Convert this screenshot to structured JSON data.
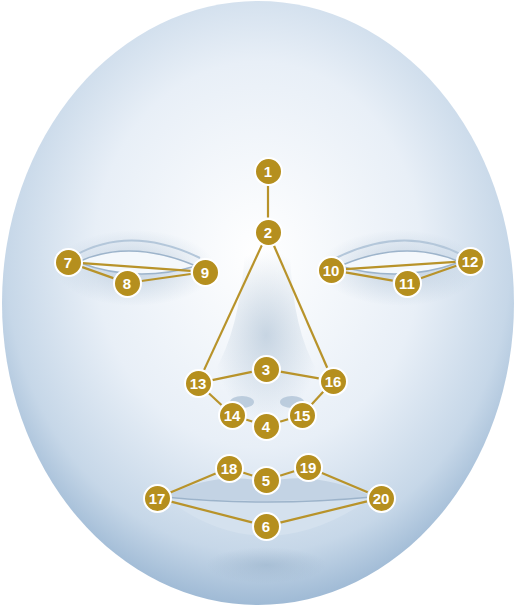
{
  "diagram": {
    "nodes": [
      {
        "text": [
          "1"
        ]
      },
      {
        "text": [
          "2"
        ]
      },
      {
        "text": [
          "3"
        ]
      },
      {
        "text": [
          "4"
        ]
      },
      {
        "text": [
          "5"
        ]
      },
      {
        "text": [
          "6"
        ]
      },
      {
        "text": [
          "7"
        ]
      },
      {
        "text": [
          "8"
        ]
      },
      {
        "text": [
          "9"
        ]
      },
      {
        "text": [
          "10"
        ]
      },
      {
        "text": [
          "11"
        ]
      },
      {
        "text": [
          "12"
        ]
      },
      {
        "text": [
          "13"
        ]
      },
      {
        "text": [
          "14"
        ]
      },
      {
        "text": [
          "15"
        ]
      },
      {
        "text": [
          "16"
        ]
      },
      {
        "text": [
          "17"
        ]
      },
      {
        "text": [
          "18"
        ]
      },
      {
        "text": [
          "19"
        ]
      },
      {
        "text": [
          "20"
        ]
      }
    ],
    "edges": [
      {
        "from": 0,
        "to": 1,
        "arrow": "none"
      },
      {
        "from": 1,
        "to": 12,
        "arrow": "none"
      },
      {
        "from": 1,
        "to": 15,
        "arrow": "none"
      },
      {
        "from": 12,
        "to": 2,
        "arrow": "none"
      },
      {
        "from": 2,
        "to": 15,
        "arrow": "none"
      },
      {
        "from": 12,
        "to": 13,
        "arrow": "none"
      },
      {
        "from": 13,
        "to": 3,
        "arrow": "none"
      },
      {
        "from": 3,
        "to": 14,
        "arrow": "none"
      },
      {
        "from": 14,
        "to": 15,
        "arrow": "none"
      },
      {
        "from": 6,
        "to": 7,
        "arrow": "none"
      },
      {
        "from": 7,
        "to": 8,
        "arrow": "none"
      },
      {
        "from": 6,
        "to": 8,
        "arrow": "none"
      },
      {
        "from": 9,
        "to": 10,
        "arrow": "none"
      },
      {
        "from": 10,
        "to": 11,
        "arrow": "none"
      },
      {
        "from": 9,
        "to": 11,
        "arrow": "none"
      },
      {
        "from": 16,
        "to": 17,
        "arrow": "none"
      },
      {
        "from": 17,
        "to": 4,
        "arrow": "none"
      },
      {
        "from": 4,
        "to": 18,
        "arrow": "none"
      },
      {
        "from": 18,
        "to": 19,
        "arrow": "none"
      },
      {
        "from": 16,
        "to": 5,
        "arrow": "none"
      },
      {
        "from": 5,
        "to": 19,
        "arrow": "none"
      }
    ]
  }
}
